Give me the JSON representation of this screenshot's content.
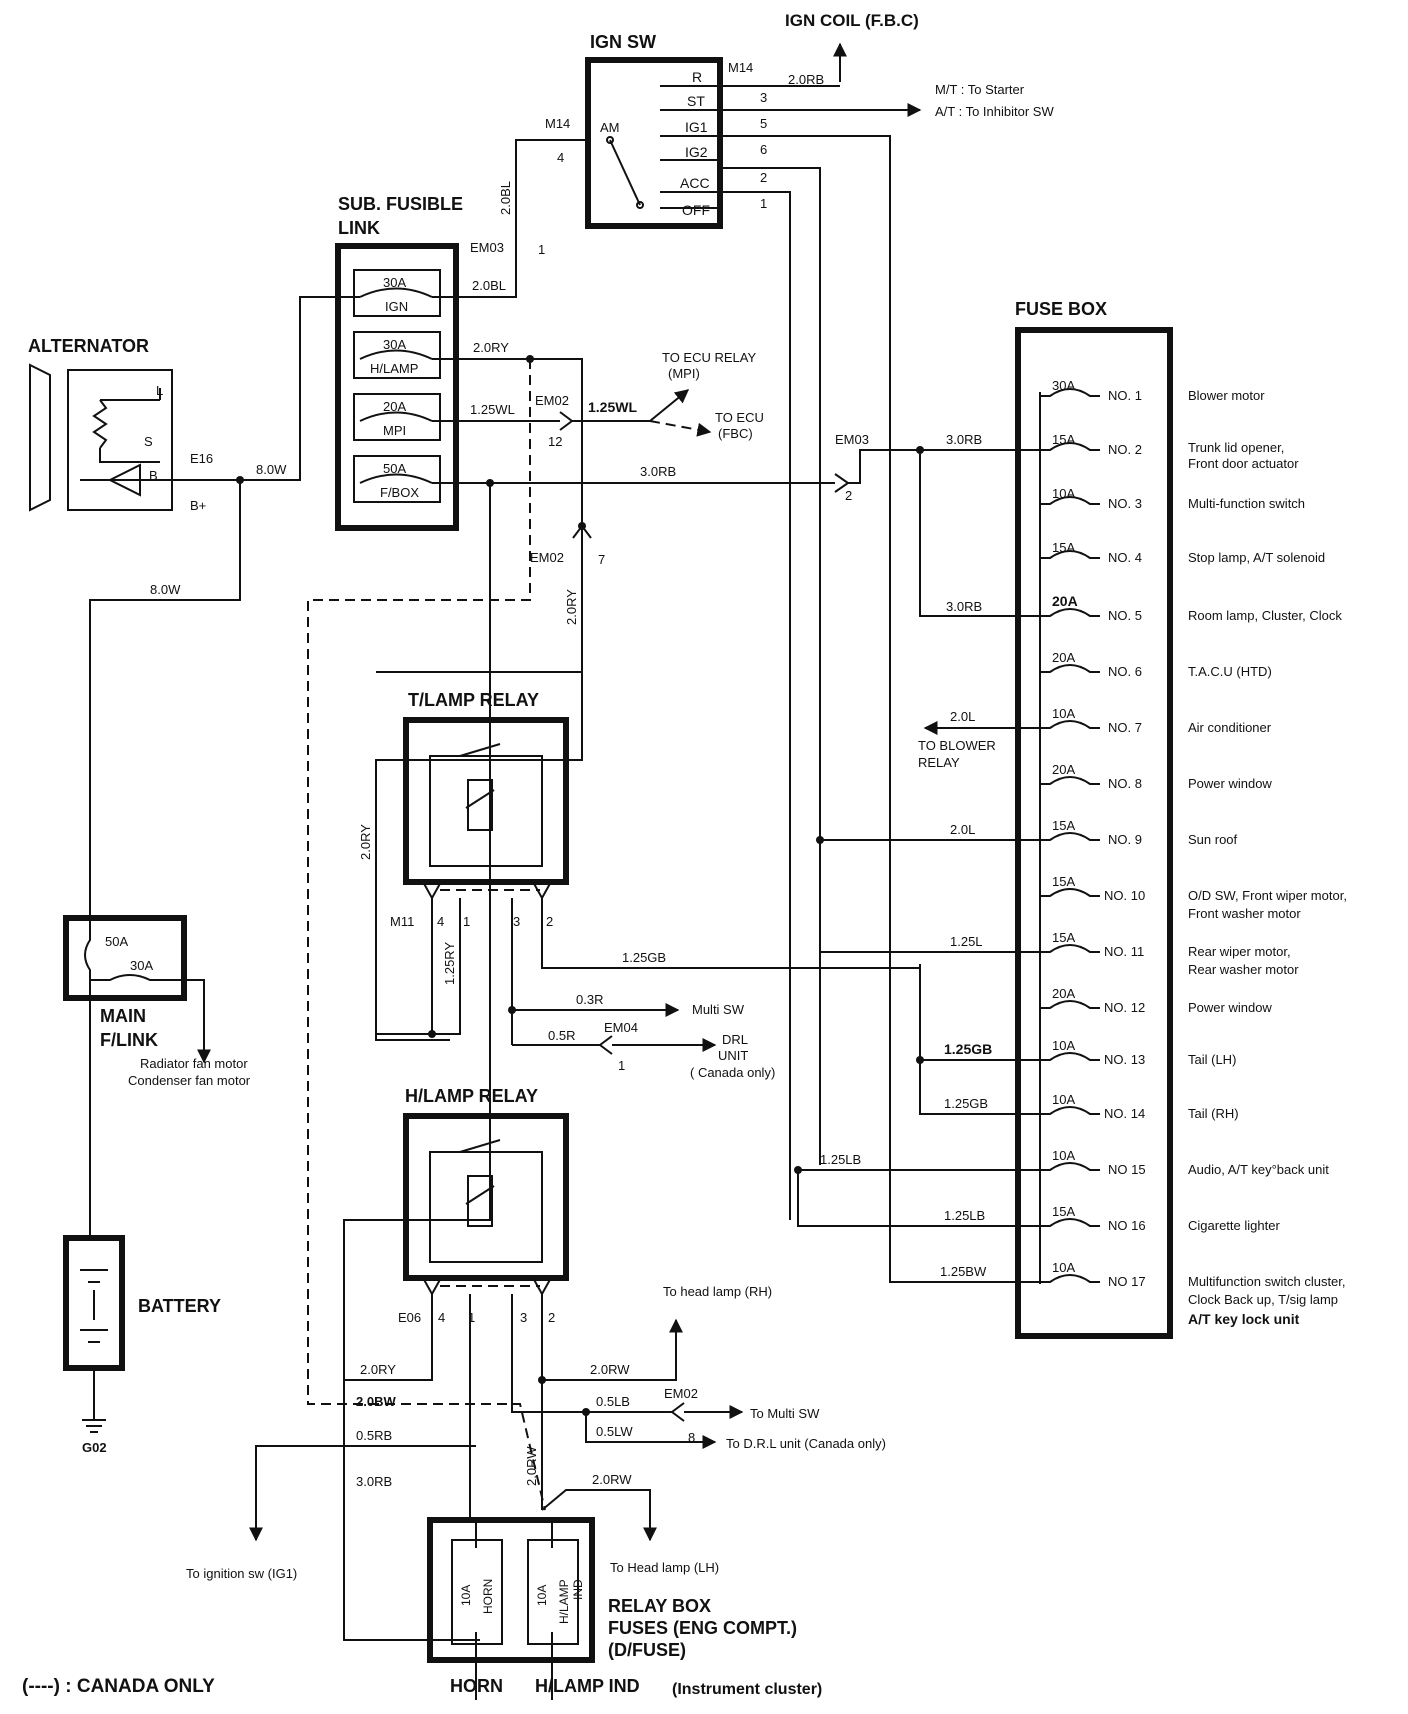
{
  "ign_coil": "IGN COIL (F.B.C)",
  "ign_sw": {
    "title": "IGN SW",
    "conn": "M14",
    "positions": [
      "R",
      "ST",
      "IG1",
      "IG2",
      "ACC",
      "OFF"
    ],
    "am": "AM",
    "am_pin": "4",
    "pins": [
      "3",
      "5",
      "6",
      "2",
      "1"
    ],
    "wire_r": "2.0RB",
    "mt": "M/T : To Starter",
    "at": "A/T : To Inhibitor SW"
  },
  "sub_fusible": {
    "title1": "SUB. FUSIBLE",
    "title2": "LINK",
    "conn": "EM03",
    "conn_pin": "1",
    "vwire": "2.0BL",
    "links": [
      {
        "amp": "30A",
        "name": "IGN",
        "wire": "2.0BL"
      },
      {
        "amp": "30A",
        "name": "H/LAMP",
        "wire": "2.0RY"
      },
      {
        "amp": "20A",
        "name": "MPI",
        "wire": "1.25WL"
      },
      {
        "amp": "50A",
        "name": "F/BOX",
        "wire": "3.0RB"
      }
    ]
  },
  "ecu": {
    "conn": "EM02",
    "pin": "12",
    "wire": "1.25WL",
    "relay1": "TO ECU RELAY",
    "relay2": "(MPI)",
    "ecu1": "TO ECU",
    "ecu2": "(FBC)"
  },
  "alternator": {
    "title": "ALTERNATOR",
    "terms": [
      "L",
      "S",
      "B",
      "B+"
    ],
    "conn": "E16",
    "wire": "8.0W",
    "wire2": "8.0W"
  },
  "em03_fb": {
    "conn": "EM03",
    "pin": "2",
    "wire": "3.0RB",
    "wire2": "3.0RB"
  },
  "em02_7": {
    "conn": "EM02",
    "pin": "7",
    "wire": "2.0RY"
  },
  "fuse_box": {
    "title": "FUSE BOX",
    "fuses": [
      {
        "amp": "30A",
        "no": "NO. 1",
        "desc": [
          "Blower motor"
        ]
      },
      {
        "amp": "15A",
        "no": "NO. 2",
        "desc": [
          "Trunk lid opener,",
          "Front door actuator"
        ]
      },
      {
        "amp": "10A",
        "no": "NO. 3",
        "desc": [
          "Multi-function switch"
        ]
      },
      {
        "amp": "15A",
        "no": "NO. 4",
        "desc": [
          "Stop lamp, A/T solenoid"
        ]
      },
      {
        "amp": "20A",
        "no": "NO. 5",
        "desc": [
          "Room lamp, Cluster, Clock"
        ]
      },
      {
        "amp": "20A",
        "no": "NO. 6",
        "desc": [
          "T.A.C.U (HTD)"
        ]
      },
      {
        "amp": "10A",
        "no": "NO. 7",
        "desc": [
          "Air conditioner"
        ]
      },
      {
        "amp": "20A",
        "no": "NO. 8",
        "desc": [
          "Power window"
        ]
      },
      {
        "amp": "15A",
        "no": "NO. 9",
        "desc": [
          "Sun roof"
        ]
      },
      {
        "amp": "15A",
        "no": "NO. 10",
        "desc": [
          "O/D SW, Front wiper motor,",
          "Front washer motor"
        ]
      },
      {
        "amp": "15A",
        "no": "NO. 11",
        "desc": [
          "Rear wiper motor,",
          "Rear washer motor"
        ]
      },
      {
        "amp": "20A",
        "no": "NO. 12",
        "desc": [
          "Power window"
        ]
      },
      {
        "amp": "10A",
        "no": "NO. 13",
        "desc": [
          "Tail (LH)"
        ]
      },
      {
        "amp": "10A",
        "no": "NO. 14",
        "desc": [
          "Tail (RH)"
        ]
      },
      {
        "amp": "10A",
        "no": "NO 15",
        "desc": [
          "Audio, A/T key°back unit"
        ]
      },
      {
        "amp": "15A",
        "no": "NO 16",
        "desc": [
          "Cigarette lighter"
        ]
      },
      {
        "amp": "10A",
        "no": "NO 17",
        "desc": [
          "Multifunction switch cluster,",
          "Clock Back up, T/sig lamp",
          "A/T key lock unit"
        ]
      }
    ],
    "wires": {
      "f5": "3.0RB",
      "f7": "2.0L",
      "f9": "2.0L",
      "f11": "1.25L",
      "f13": "1.25GB",
      "f14": "1.25GB",
      "f15": "1.25LB",
      "f16": "1.25LB",
      "f17": "1.25BW",
      "tail_feed": "1.25GB"
    },
    "blower1": "TO BLOWER",
    "blower2": "RELAY"
  },
  "tlamp_relay": {
    "title": "T/LAMP RELAY",
    "conn": "M11",
    "pins": [
      "4",
      "1",
      "3",
      "2"
    ],
    "wire_vert": "2.0RY",
    "wire_coil": "1.25RY",
    "multi_wire": "0.3R",
    "multi": "Multi SW",
    "drl_wire": "0.5R",
    "drl_conn": "EM04",
    "drl_pin": "1",
    "drl1": "DRL",
    "drl2": "UNIT",
    "drl3": "( Canada only)"
  },
  "main_flink": {
    "amp50": "50A",
    "amp30": "30A",
    "title1": "MAIN",
    "title2": "F/LINK",
    "out1": "Radiator fan motor",
    "out2": "Condenser fan motor"
  },
  "battery": {
    "title": "BATTERY",
    "ground": "G02"
  },
  "hlamp_relay": {
    "title": "H/LAMP RELAY",
    "conn": "E06",
    "pins": [
      "4",
      "1",
      "3",
      "2"
    ],
    "rh": "To head lamp (RH)",
    "rh_wire": "2.0RW",
    "ms_wire": "0.5LB",
    "ms_conn": "EM02",
    "ms": "To Multi SW",
    "drl_wire": "0.5LW",
    "drl_pin": "8",
    "drl": "To D.R.L unit (Canada only)",
    "w_2ry": "2.0RY",
    "w_2bw": "2.0BW",
    "w_rb": "0.5RB",
    "w_3rb": "3.0RB",
    "w_2rw_v": "2.0RW",
    "w_2rw_lh": "2.0RW",
    "lh": "To Head lamp (LH)",
    "ig1": "To ignition sw (IG1)"
  },
  "relay_box": {
    "fuse1_amp": "10A",
    "fuse1_name": "HORN",
    "fuse2_amp": "10A",
    "fuse2_name": "H/LAMP",
    "fuse2_sub": "IND",
    "title1": "RELAY BOX",
    "title2": "FUSES (ENG COMPT.)",
    "title3": "(D/FUSE)"
  },
  "bottom": {
    "canada": "(----) : CANADA ONLY",
    "horn": "HORN",
    "hlamp_ind": "H/LAMP IND",
    "cluster": "(Instrument cluster)"
  }
}
